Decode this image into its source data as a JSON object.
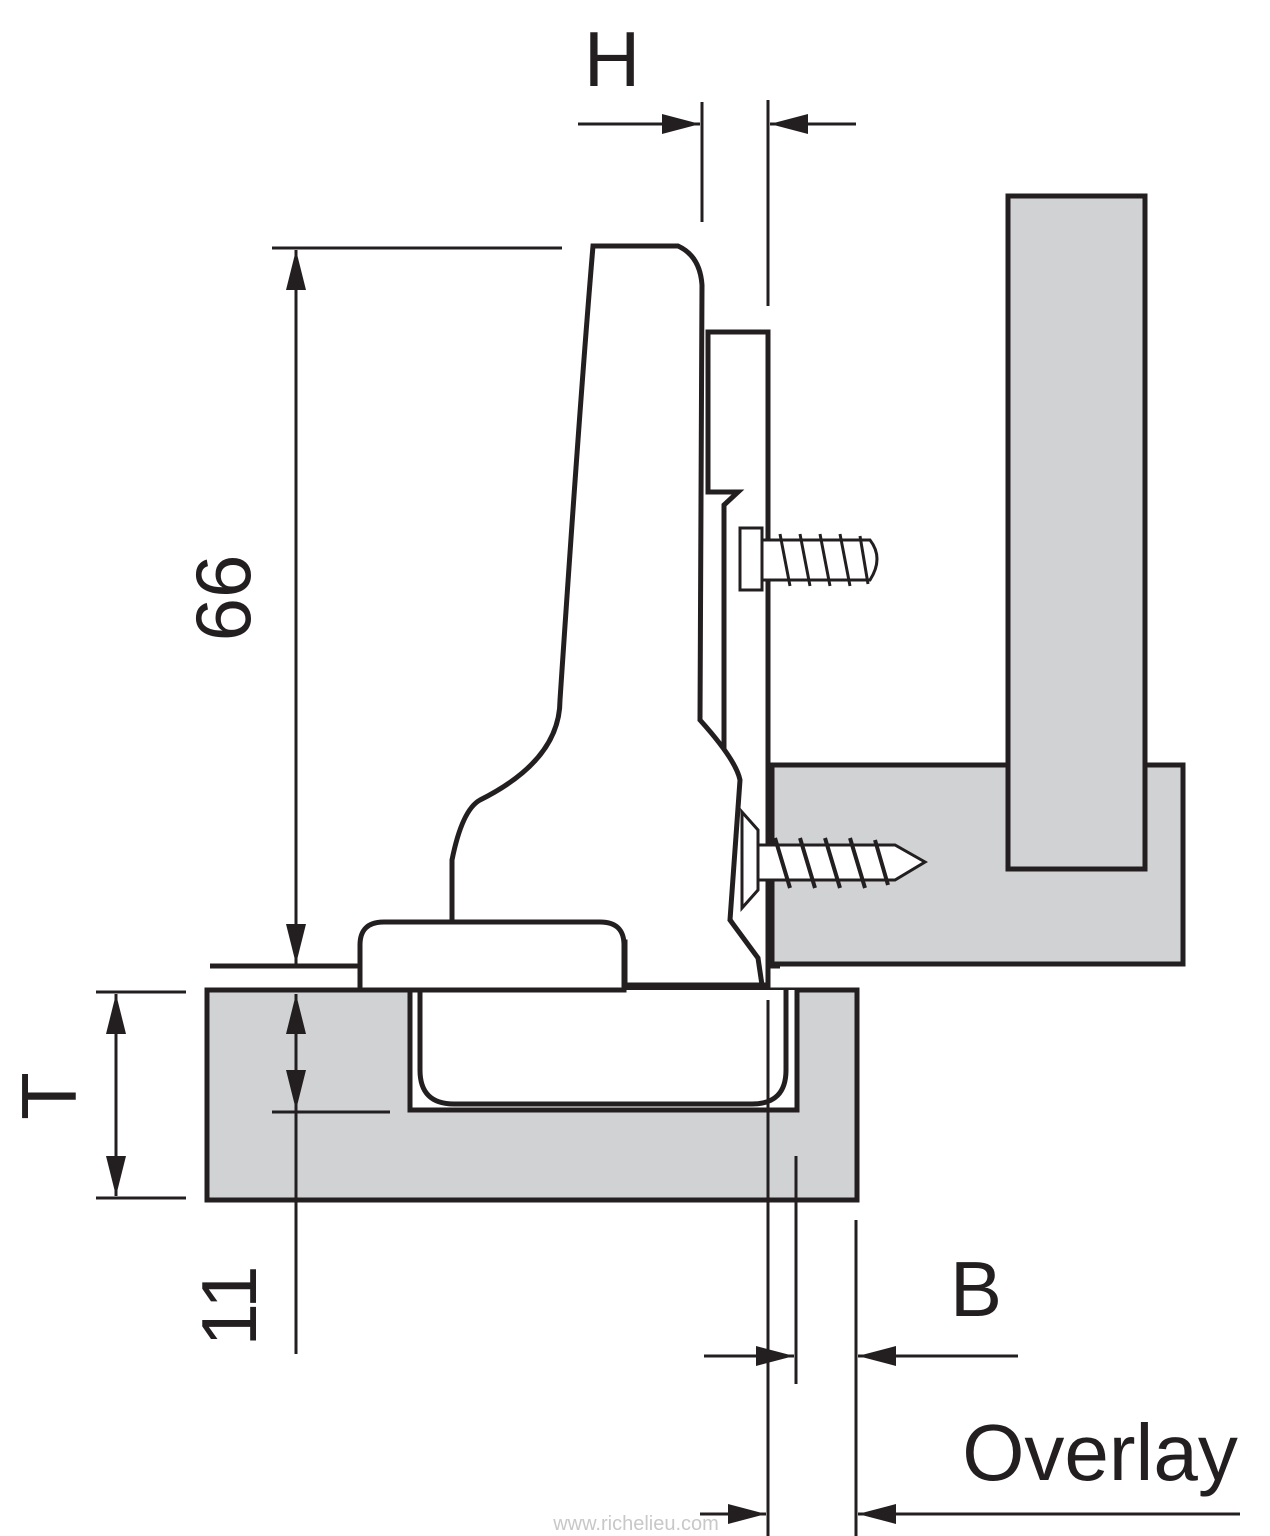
{
  "labels": {
    "H": "H",
    "height": "66",
    "T": "T",
    "depth": "11",
    "B": "B",
    "overlay": "Overlay"
  },
  "watermark": "www.richelieu.com",
  "colors": {
    "line": "#231f20",
    "panel_fill": "#d1d2d4",
    "part_fill": "#ffffff"
  }
}
